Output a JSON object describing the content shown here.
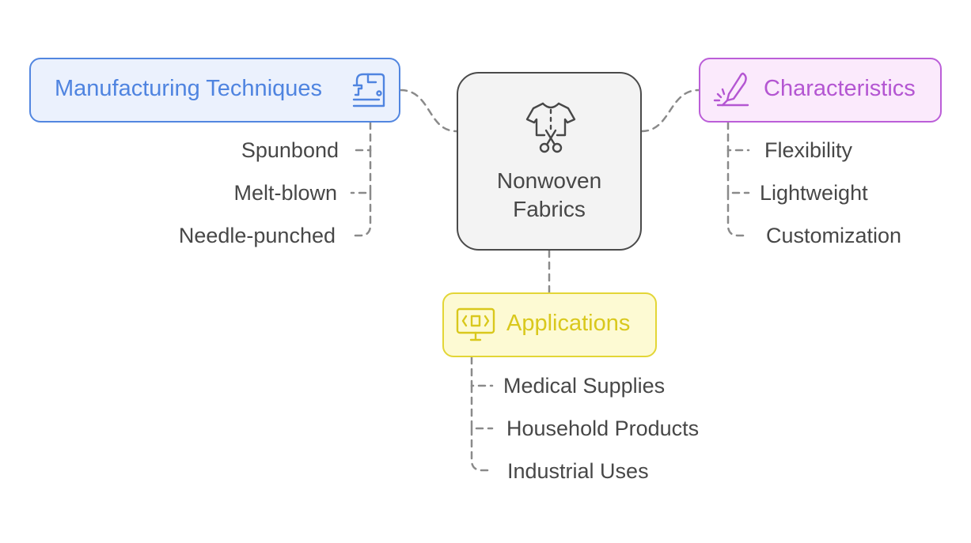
{
  "central": {
    "title": "Nonwoven Fabrics",
    "icon": "shirt-scissors-icon"
  },
  "branches": {
    "manufacturing": {
      "label": "Manufacturing Techniques",
      "icon": "sewing-machine-icon",
      "color": "#4f84e0",
      "items": [
        "Spunbond",
        "Melt-blown",
        "Needle-punched"
      ]
    },
    "characteristics": {
      "label": "Characteristics",
      "icon": "pen-nib-icon",
      "color": "#b456d2",
      "items": [
        "Flexibility",
        "Lightweight",
        "Customization"
      ]
    },
    "applications": {
      "label": "Applications",
      "icon": "monitor-code-icon",
      "color": "#d9c81c",
      "items": [
        "Medical Supplies",
        "Household Products",
        "Industrial Uses"
      ]
    }
  },
  "connector_color": "#8a8a8a"
}
